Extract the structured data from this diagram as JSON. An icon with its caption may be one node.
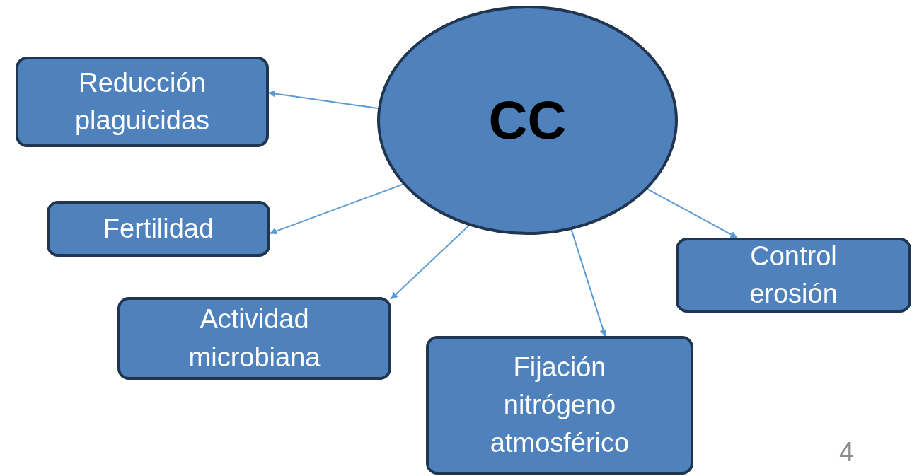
{
  "diagram": {
    "nodes": [
      {
        "text": [
          "CC"
        ]
      },
      {
        "text": [
          "Reducción plaguicidas"
        ]
      },
      {
        "text": [
          "Fertilidad"
        ]
      },
      {
        "text": [
          "Actividad microbiana"
        ]
      },
      {
        "text": [
          "Fijación nitrógeno atmosférico"
        ]
      },
      {
        "text": [
          "Control erosión"
        ]
      }
    ],
    "edges": [
      {
        "from": 0,
        "to": 1,
        "arrow": "to"
      },
      {
        "from": 0,
        "to": 2,
        "arrow": "to"
      },
      {
        "from": 0,
        "to": 3,
        "arrow": "to"
      },
      {
        "from": 0,
        "to": 4,
        "arrow": "to"
      },
      {
        "from": 0,
        "to": 5,
        "arrow": "to"
      }
    ],
    "labels": [
      "4"
    ]
  }
}
